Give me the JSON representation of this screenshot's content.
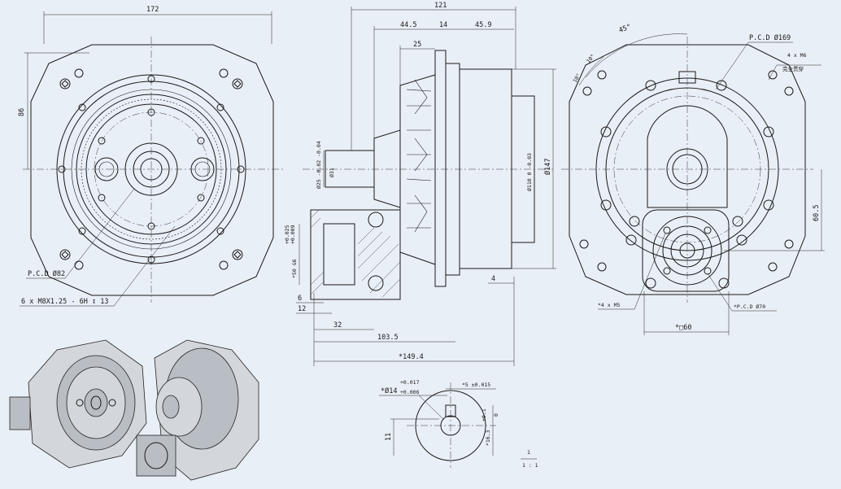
{
  "colors": {
    "background": "#e9eff6",
    "line": "#1a1a1a"
  },
  "front_view": {
    "width_dim": "172",
    "height_dim": "86",
    "pcd_label": "P.C.D Ø82",
    "thread_label": "6 x M8X1.25 - 6H ↧ 13"
  },
  "side_view": {
    "dim_total_top": "121",
    "dim_44_5": "44.5",
    "dim_14": "14",
    "dim_45_9": "45.9",
    "dim_25": "25",
    "shaft_dia": "Ø25 -0.02 -0.04",
    "shaft_dia_b": "Ø31",
    "shaft_tol_top": "+0.025",
    "shaft_tol_bottom": "+0.009",
    "input_dia": "*50 G6",
    "dim_110": "Ø110 0 -0.03",
    "dim_147": "Ø147",
    "dim_4": "4",
    "dim_6": "6",
    "dim_12": "12",
    "dim_32": "32",
    "dim_103_5": "103.5",
    "dim_149_4": "*149.4"
  },
  "rear_view": {
    "angle_45": "45°",
    "angle_10": "10°",
    "angle_10b": "10°",
    "pcd_169": "P.C.D Ø169",
    "m6_label": "4 x M6",
    "m6_sub": "完全贯穿",
    "dim_60_5": "60.5",
    "m5_label": "*4 x M5",
    "pcd_70": "*P.C.D Ø70",
    "sq_60": "*□60"
  },
  "detail_view": {
    "bore": "*Ø14",
    "bore_tol_top": "+0.017",
    "bore_tol_bottom": "+0.006",
    "key_width": "*5 ±0.015",
    "dim_11": "11",
    "depth": "*16.3",
    "depth_tol_top": "+0.1",
    "depth_tol_bottom": "0",
    "scale_top": "1",
    "scale_bottom": "1 : 1"
  }
}
